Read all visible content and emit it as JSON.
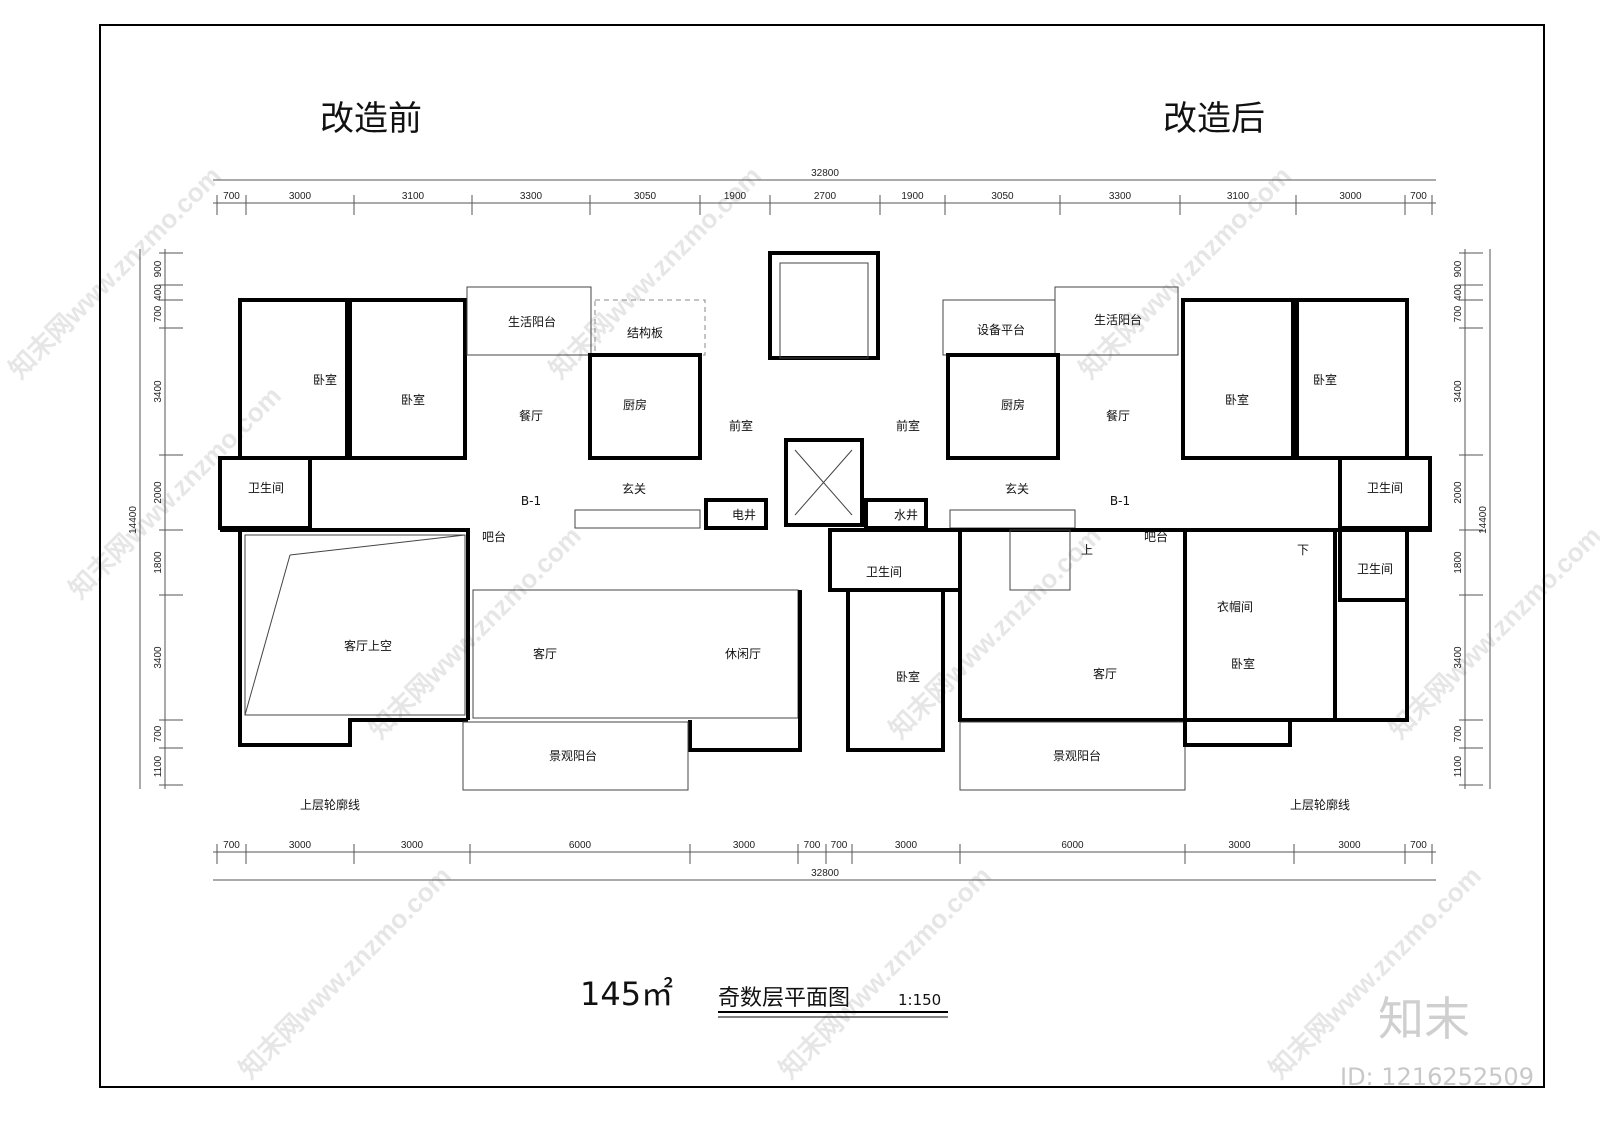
{
  "titles": {
    "before": "改造前",
    "after": "改造后"
  },
  "dimensions": {
    "total_top": "32800",
    "top": [
      "700",
      "3000",
      "3100",
      "3300",
      "3050",
      "1900",
      "2700",
      "1900",
      "3050",
      "3300",
      "3100",
      "3000",
      "700"
    ],
    "bottom": [
      "700",
      "3000",
      "3000",
      "6000",
      "3000",
      "700",
      "700",
      "3000",
      "6000",
      "3000",
      "3000",
      "700"
    ],
    "total_bottom": "32800",
    "total_side": "14400",
    "side": [
      "900",
      "400",
      "700",
      "3400",
      "2000",
      "1800",
      "3400",
      "700",
      "1100"
    ]
  },
  "rooms_before": [
    "卧室",
    "卧室",
    "生活阳台",
    "结构板",
    "餐厅",
    "厨房",
    "前室",
    "卫生间",
    "玄关",
    "B-1",
    "电井",
    "吧台",
    "客厅上空",
    "客厅",
    "休闲厅",
    "景观阳台",
    "上层轮廓线"
  ],
  "rooms_after": [
    "前室",
    "设备平台",
    "生活阳台",
    "厨房",
    "餐厅",
    "卧室",
    "卧室",
    "水井",
    "玄关",
    "B-1",
    "卫生间",
    "吧台",
    "上",
    "下",
    "卫生间",
    "卫生间",
    "衣帽间",
    "卧室",
    "客厅",
    "卧室",
    "景观阳台",
    "上层轮廓线"
  ],
  "footer": {
    "area": "145㎡",
    "plan_title": "奇数层平面图",
    "scale": "1:150"
  },
  "watermark": {
    "text": "知末网www.znzmo.com",
    "logo": "知末",
    "id": "ID: 1216252509"
  }
}
